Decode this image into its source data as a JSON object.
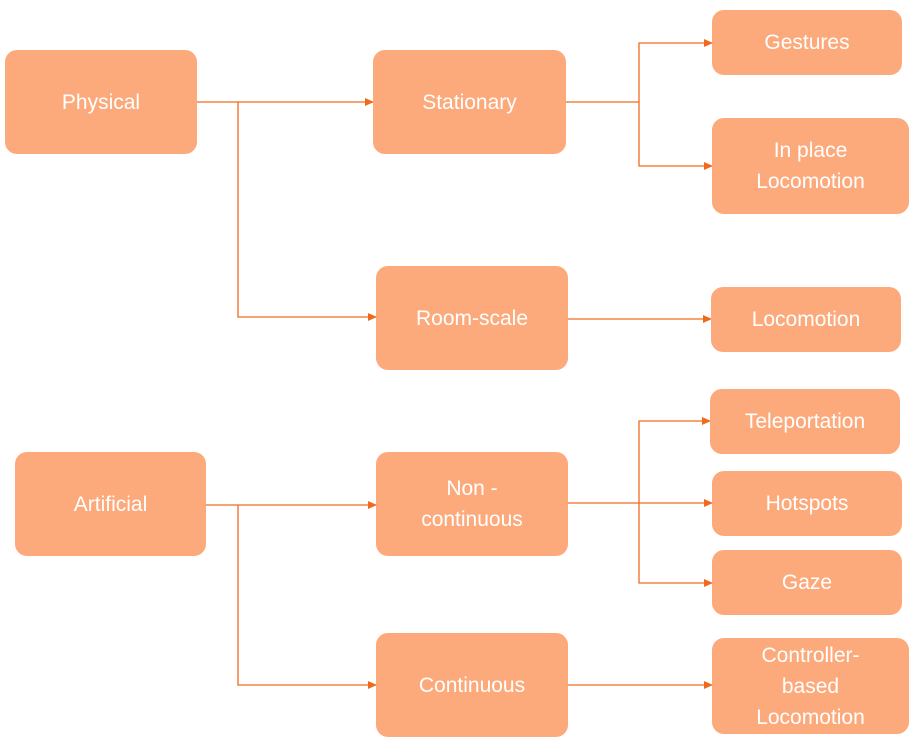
{
  "nodes": {
    "physical": "Physical",
    "stationary": "Stationary",
    "gestures": "Gestures",
    "in_place_locomotion": "In place\nLocomotion",
    "room_scale": "Room-scale",
    "locomotion": "Locomotion",
    "artificial": "Artificial",
    "non_continuous": "Non -\ncontinuous",
    "teleportation": "Teleportation",
    "hotspots": "Hotspots",
    "gaze": "Gaze",
    "continuous": "Continuous",
    "controller_based_locomotion": "Controller-\nbased\nLocomotion"
  },
  "edges": [
    [
      "physical",
      "stationary"
    ],
    [
      "physical",
      "room_scale"
    ],
    [
      "stationary",
      "gestures"
    ],
    [
      "stationary",
      "in_place_locomotion"
    ],
    [
      "room_scale",
      "locomotion"
    ],
    [
      "artificial",
      "non_continuous"
    ],
    [
      "artificial",
      "continuous"
    ],
    [
      "non_continuous",
      "teleportation"
    ],
    [
      "non_continuous",
      "hotspots"
    ],
    [
      "non_continuous",
      "gaze"
    ],
    [
      "continuous",
      "controller_based_locomotion"
    ]
  ],
  "colors": {
    "node_fill": "#fcaa7c",
    "node_text": "#ffffff",
    "connector": "#f06a1e"
  }
}
